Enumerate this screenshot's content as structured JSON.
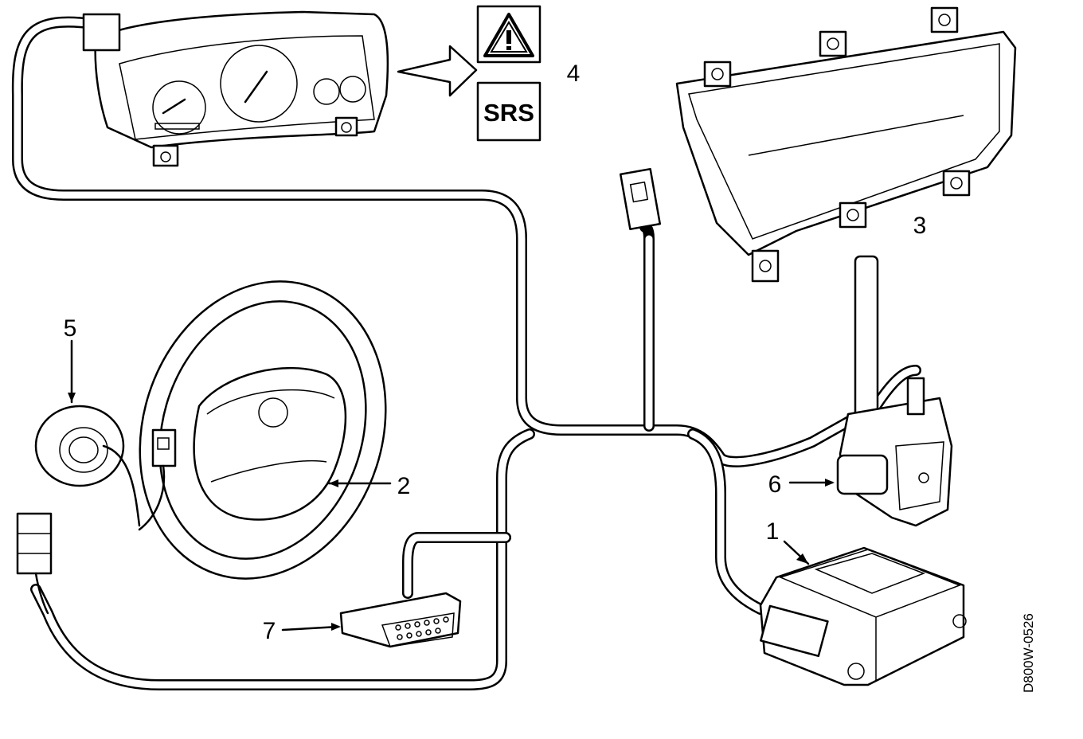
{
  "labels": {
    "ecu": "1",
    "airbag_driver": "2",
    "airbag_passenger": "3",
    "warning_lamp": "4",
    "clock_spring": "5",
    "seatbelt_pretensioner": "6",
    "diagnostic_connector": "7"
  },
  "warning_symbols": {
    "srs_text": "SRS"
  },
  "drawing_reference": "D800W-0526"
}
